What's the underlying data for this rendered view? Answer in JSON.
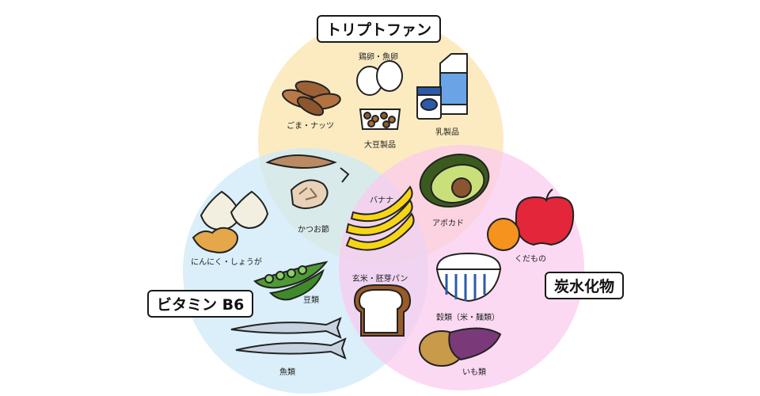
{
  "circles": {
    "tryptophan": {
      "title": "トリプトファン",
      "color": "#fbe7b6"
    },
    "vitamin_b6": {
      "title": "ビタミン B6",
      "color": "#cdeaf8"
    },
    "carbs": {
      "title": "炭水化物",
      "color": "#fbc9ee"
    }
  },
  "foods": {
    "eggs": "鶏卵・魚卵",
    "sesame_nuts": "ごま・ナッツ",
    "soy": "大豆製品",
    "dairy": "乳製品",
    "banana": "バナナ",
    "katsuobushi": "かつお節",
    "avocado": "アボカド",
    "fruit": "くだもの",
    "garlic_ginger": "にんにく・しょうが",
    "beans": "豆類",
    "brown_rice_bread": "玄米・胚芽パン",
    "grains": "穀類（米・麺類）",
    "fish": "魚類",
    "potatoes": "いも類"
  }
}
